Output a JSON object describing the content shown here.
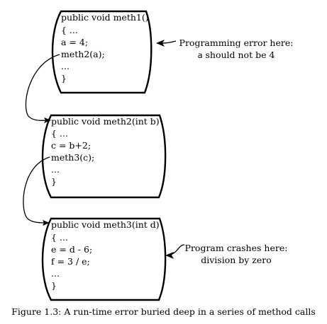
{
  "boxes": [
    {
      "id": "meth1",
      "lines": [
        "public void meth1()",
        "{ ...",
        "a = 4;",
        "meth2(a);",
        "...",
        "}"
      ]
    },
    {
      "id": "meth2",
      "lines": [
        "public void meth2(int b)",
        "{ ...",
        "c = b+2;",
        "meth3(c);",
        "...",
        "}"
      ]
    },
    {
      "id": "meth3",
      "lines": [
        "public void meth3(int d)",
        "{ ...",
        "e = d - 6;",
        "f = 3 / e;",
        "...",
        "}"
      ]
    }
  ],
  "notes": {
    "error_line1": "Programming error here:",
    "error_line2_code": "a",
    "error_line2_rest": " should not be 4",
    "crash_line1": "Program crashes here:",
    "crash_line2": "division by zero"
  },
  "caption": "Figure 1.3: A run-time error buried deep in a series of method calls"
}
